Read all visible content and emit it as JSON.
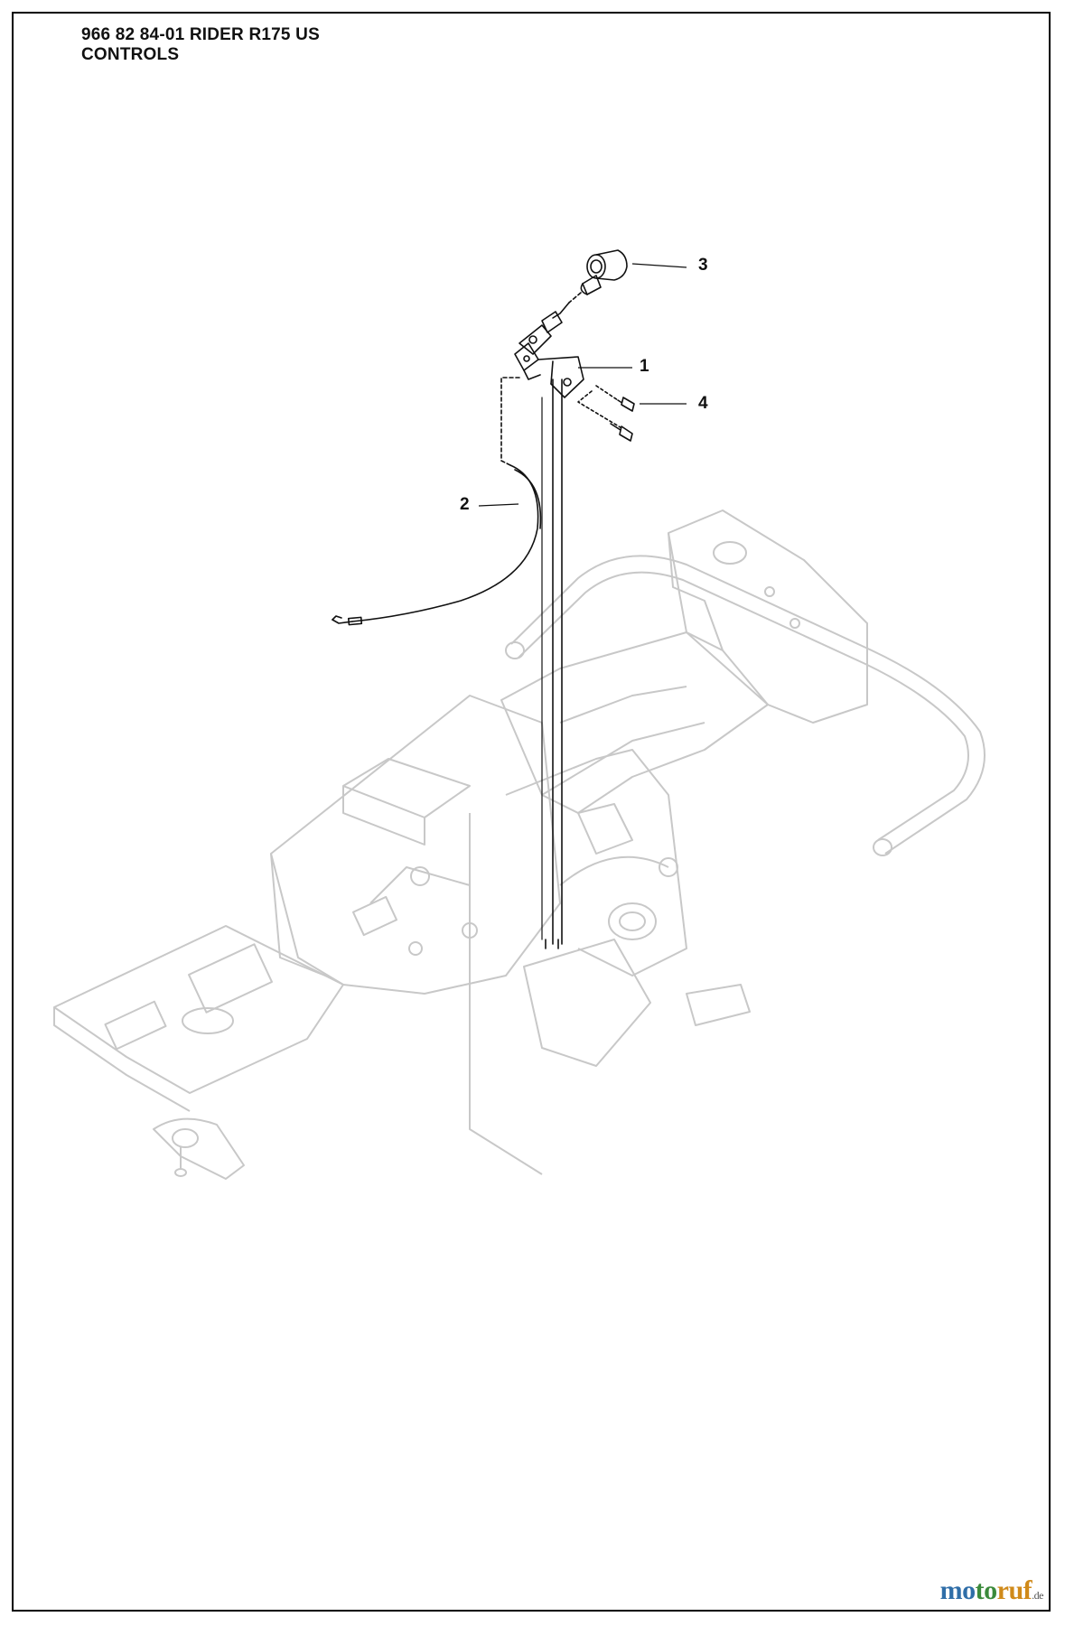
{
  "header": {
    "line1": "966 82 84-01 RIDER R175 US",
    "line2": "CONTROLS"
  },
  "callouts": [
    {
      "id": "1",
      "label": "1"
    },
    {
      "id": "2",
      "label": "2"
    },
    {
      "id": "3",
      "label": "3"
    },
    {
      "id": "4",
      "label": "4"
    }
  ],
  "watermark": {
    "text": "motoruf.de",
    "colors": [
      "#2f6ea8",
      "#3b8a3b",
      "#d08a1a"
    ]
  },
  "colors": {
    "ink": "#111111",
    "ghost": "#c8c8c8"
  }
}
